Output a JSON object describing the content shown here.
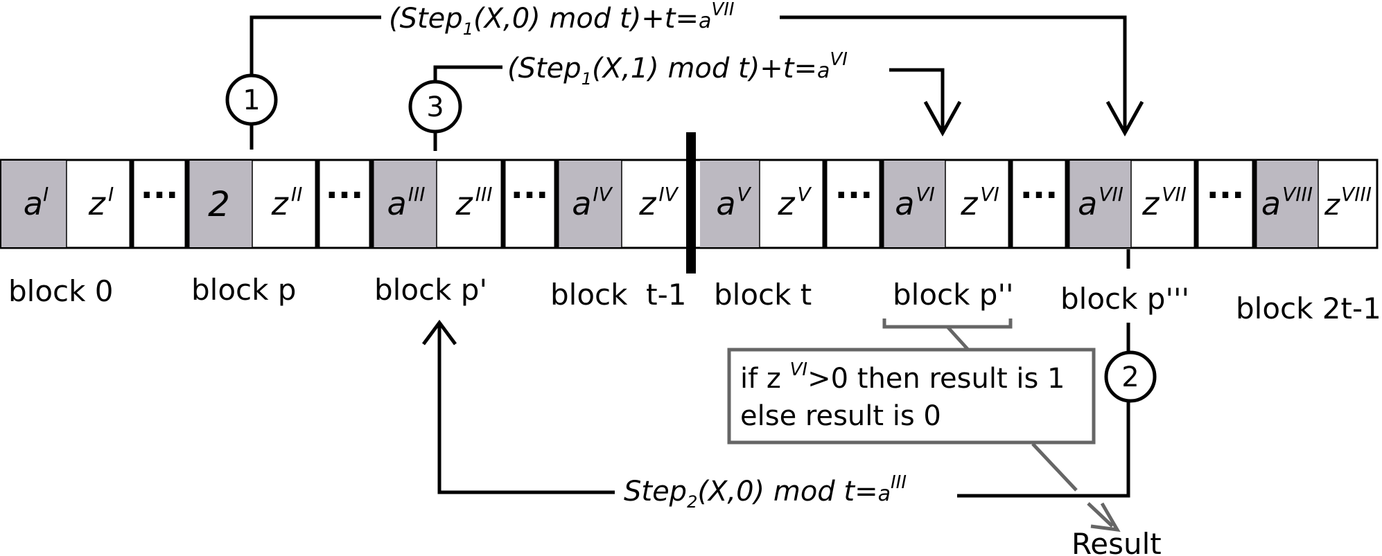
{
  "cells": [
    {
      "a": "a",
      "a_sup": "I",
      "z": "z",
      "z_sup": "I"
    },
    {
      "a": "2",
      "a_sup": "",
      "z": "z",
      "z_sup": "II"
    },
    {
      "a": "a",
      "a_sup": "III",
      "z": "z",
      "z_sup": "III"
    },
    {
      "a": "a",
      "a_sup": "IV",
      "z": "z",
      "z_sup": "IV"
    },
    {
      "a": "a",
      "a_sup": "V",
      "z": "z",
      "z_sup": "V"
    },
    {
      "a": "a",
      "a_sup": "VI",
      "z": "z",
      "z_sup": "VI"
    },
    {
      "a": "a",
      "a_sup": "VII",
      "z": "z",
      "z_sup": "VII"
    },
    {
      "a": "a",
      "a_sup": "VIII",
      "z": "z",
      "z_sup": "VIII"
    }
  ],
  "dots": "···",
  "block_labels": [
    "block 0",
    "block p",
    "block p'",
    "block  t-1",
    "block t",
    "block p''",
    "block p'''",
    "block 2t-1"
  ],
  "formulas": {
    "f1": {
      "pre": "(Step",
      "sub": "1",
      "mid": "(X,0) mod t)+t=",
      "a": "a",
      "sup": "VII"
    },
    "f3": {
      "pre": "(Step",
      "sub": "1",
      "mid": "(X,1) mod t)+t=",
      "a": "a",
      "sup": "VI"
    },
    "f2": {
      "pre": "Step",
      "sub": "2",
      "mid": "(X,0) mod t=",
      "a": "a",
      "sup": "III"
    }
  },
  "steps": {
    "s1": "1",
    "s2": "2",
    "s3": "3"
  },
  "note": {
    "line1_pre": "if z ",
    "line1_sup": "VI",
    "line1_post": ">0 then result is 1",
    "line2": "else result is 0"
  },
  "result": "Result",
  "colors": {
    "shaded": "#bcb9c1",
    "gray_line": "#666666"
  }
}
